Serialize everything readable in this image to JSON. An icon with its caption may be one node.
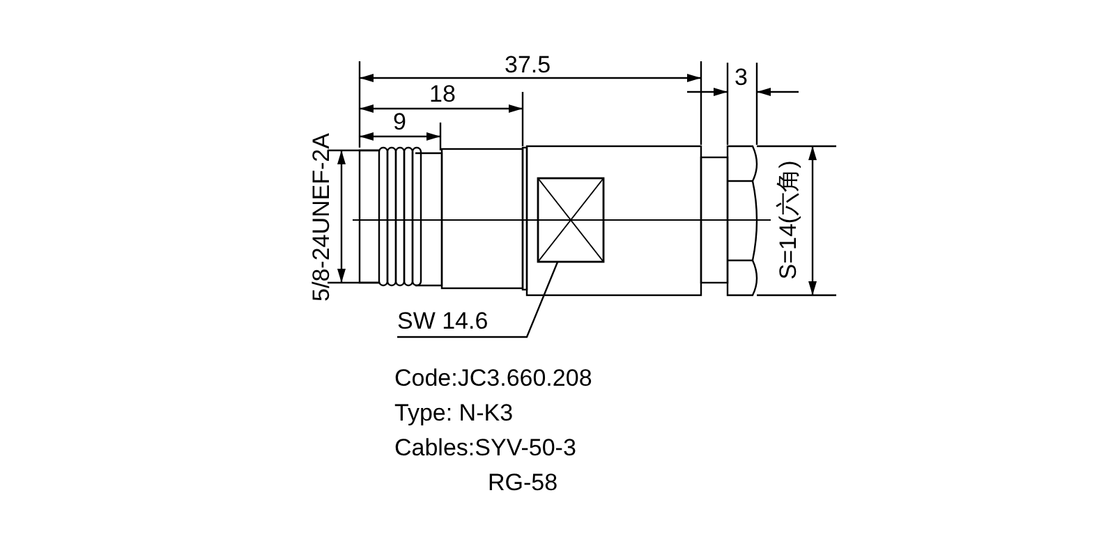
{
  "diagram": {
    "nodes": [
      {
        "text": [],
        "shape": "box"
      },
      {
        "text": [
          "SW 14.6"
        ]
      }
    ],
    "edges": [
      {
        "from": 1,
        "to": 0,
        "arrow": "none"
      }
    ],
    "labels": [
      "37.5",
      "18",
      "9",
      "3",
      "5/8-24UNEF-2A",
      "S=14(六角)",
      "Code:JC3.660.208",
      "Type: N-K3",
      "Cables:SYV-50-3",
      "RG-58"
    ]
  }
}
